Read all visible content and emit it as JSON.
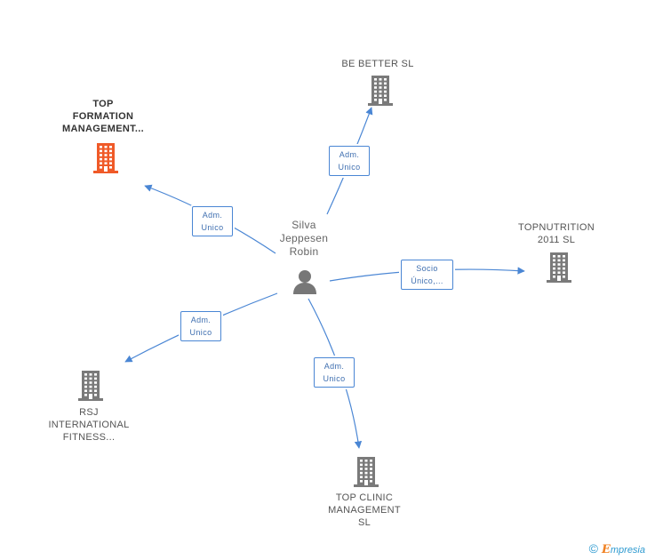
{
  "center": {
    "lines": [
      "Silva",
      "Jeppesen",
      "Robin"
    ]
  },
  "nodes": [
    {
      "key": "top_formation",
      "lines": [
        "TOP",
        "FORMATION",
        "MANAGEMENT..."
      ],
      "highlight": true
    },
    {
      "key": "be_better",
      "lines": [
        "BE BETTER  SL"
      ],
      "highlight": false
    },
    {
      "key": "topnutrition",
      "lines": [
        "TOPNUTRITION",
        "2011 SL"
      ],
      "highlight": false
    },
    {
      "key": "top_clinic",
      "lines": [
        "TOP CLINIC",
        "MANAGEMENT",
        "SL"
      ],
      "highlight": false
    },
    {
      "key": "rsj",
      "lines": [
        "RSJ",
        "INTERNATIONAL",
        "FITNESS..."
      ],
      "highlight": false
    }
  ],
  "edges": [
    {
      "to": "top_formation",
      "lines": [
        "Adm.",
        "Unico"
      ]
    },
    {
      "to": "be_better",
      "lines": [
        "Adm.",
        "Unico"
      ]
    },
    {
      "to": "topnutrition",
      "lines": [
        "Socio",
        "Único,..."
      ]
    },
    {
      "to": "top_clinic",
      "lines": [
        "Adm.",
        "Unico"
      ]
    },
    {
      "to": "rsj",
      "lines": [
        "Adm.",
        "Unico"
      ]
    }
  ],
  "colors": {
    "edge": "#4a86d4",
    "building": "#7a7a7a",
    "building_highlight": "#f05a28",
    "person": "#777777"
  },
  "brand": {
    "copyright": "©",
    "initial": "E",
    "rest": "mpresia"
  }
}
